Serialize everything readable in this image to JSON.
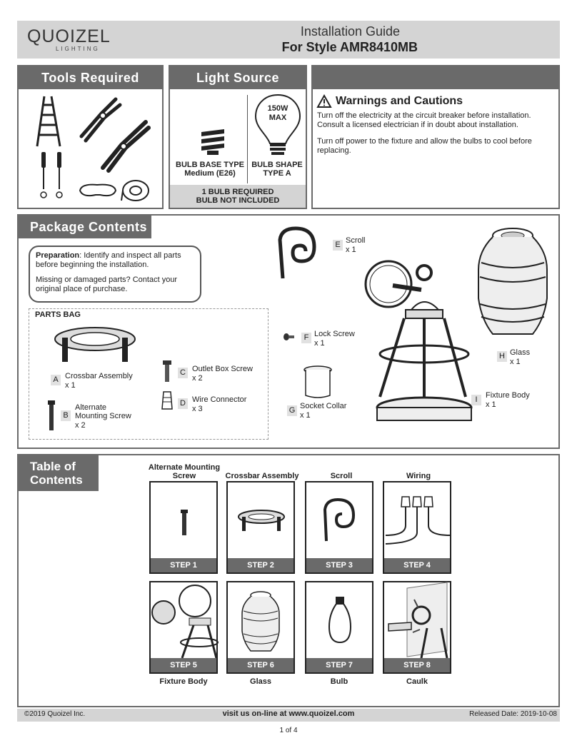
{
  "header": {
    "brand": "QUOIZEL",
    "brand_sub": "LIGHTING",
    "title": "Installation Guide",
    "subtitle": "For Style AMR8410MB"
  },
  "tools": {
    "heading": "Tools Required"
  },
  "light_source": {
    "heading": "Light Source",
    "wattage": "150W",
    "wattage_max": "MAX",
    "base_type_label": "BULB BASE TYPE",
    "base_type_value": "Medium (E26)",
    "shape_label": "BULB SHAPE",
    "shape_value": "TYPE A",
    "bulb_required": "1 BULB REQUIRED",
    "bulb_not_included": "BULB NOT INCLUDED"
  },
  "warnings": {
    "heading": "Warnings and Cautions",
    "para1": "Turn off the electricity at the circuit breaker before installation. Consult a licensed electrician if in doubt about installation.",
    "para2": "Turn off power to the fixture and allow the bulbs to cool before replacing."
  },
  "package": {
    "heading": "Package Contents",
    "prep_bold": "Preparation",
    "prep_text": ": Identify and inspect all parts before beginning the installation.",
    "missing_text": "Missing or damaged parts?  Contact your original place of purchase.",
    "parts_bag": "PARTS BAG",
    "parts": [
      {
        "letter": "A",
        "name": "Crossbar Assembly",
        "qty": "x 1"
      },
      {
        "letter": "B",
        "name": "Alternate Mounting Screw",
        "qty": "x 2"
      },
      {
        "letter": "C",
        "name": "Outlet Box Screw",
        "qty": "x 2"
      },
      {
        "letter": "D",
        "name": "Wire Connector",
        "qty": "x 3"
      },
      {
        "letter": "E",
        "name": "Scroll",
        "qty": "x 1"
      },
      {
        "letter": "F",
        "name": "Lock Screw",
        "qty": "x 1"
      },
      {
        "letter": "G",
        "name": "Socket Collar",
        "qty": "x 1"
      },
      {
        "letter": "H",
        "name": "Glass",
        "qty": "x 1"
      },
      {
        "letter": "I",
        "name": "Fixture Body",
        "qty": "x 1"
      }
    ]
  },
  "toc": {
    "heading_line1": "Table of",
    "heading_line2": "Contents",
    "steps": [
      {
        "title": "Alternate Mounting Screw",
        "label": "STEP 1"
      },
      {
        "title": "Crossbar Assembly",
        "label": "STEP 2"
      },
      {
        "title": "Scroll",
        "label": "STEP 3"
      },
      {
        "title": "Wiring",
        "label": "STEP 4"
      },
      {
        "title": "Fixture Body",
        "label": "STEP 5"
      },
      {
        "title": "Glass",
        "label": "STEP 6"
      },
      {
        "title": "Bulb",
        "label": "STEP 7"
      },
      {
        "title": "Caulk",
        "label": "STEP 8"
      }
    ]
  },
  "footer": {
    "copyright": "2019  Quoizel Inc.",
    "visit": "visit us on-line at www.quoizel.com",
    "released": "Released Date: 2019-10-08",
    "page": "1 of 4"
  }
}
